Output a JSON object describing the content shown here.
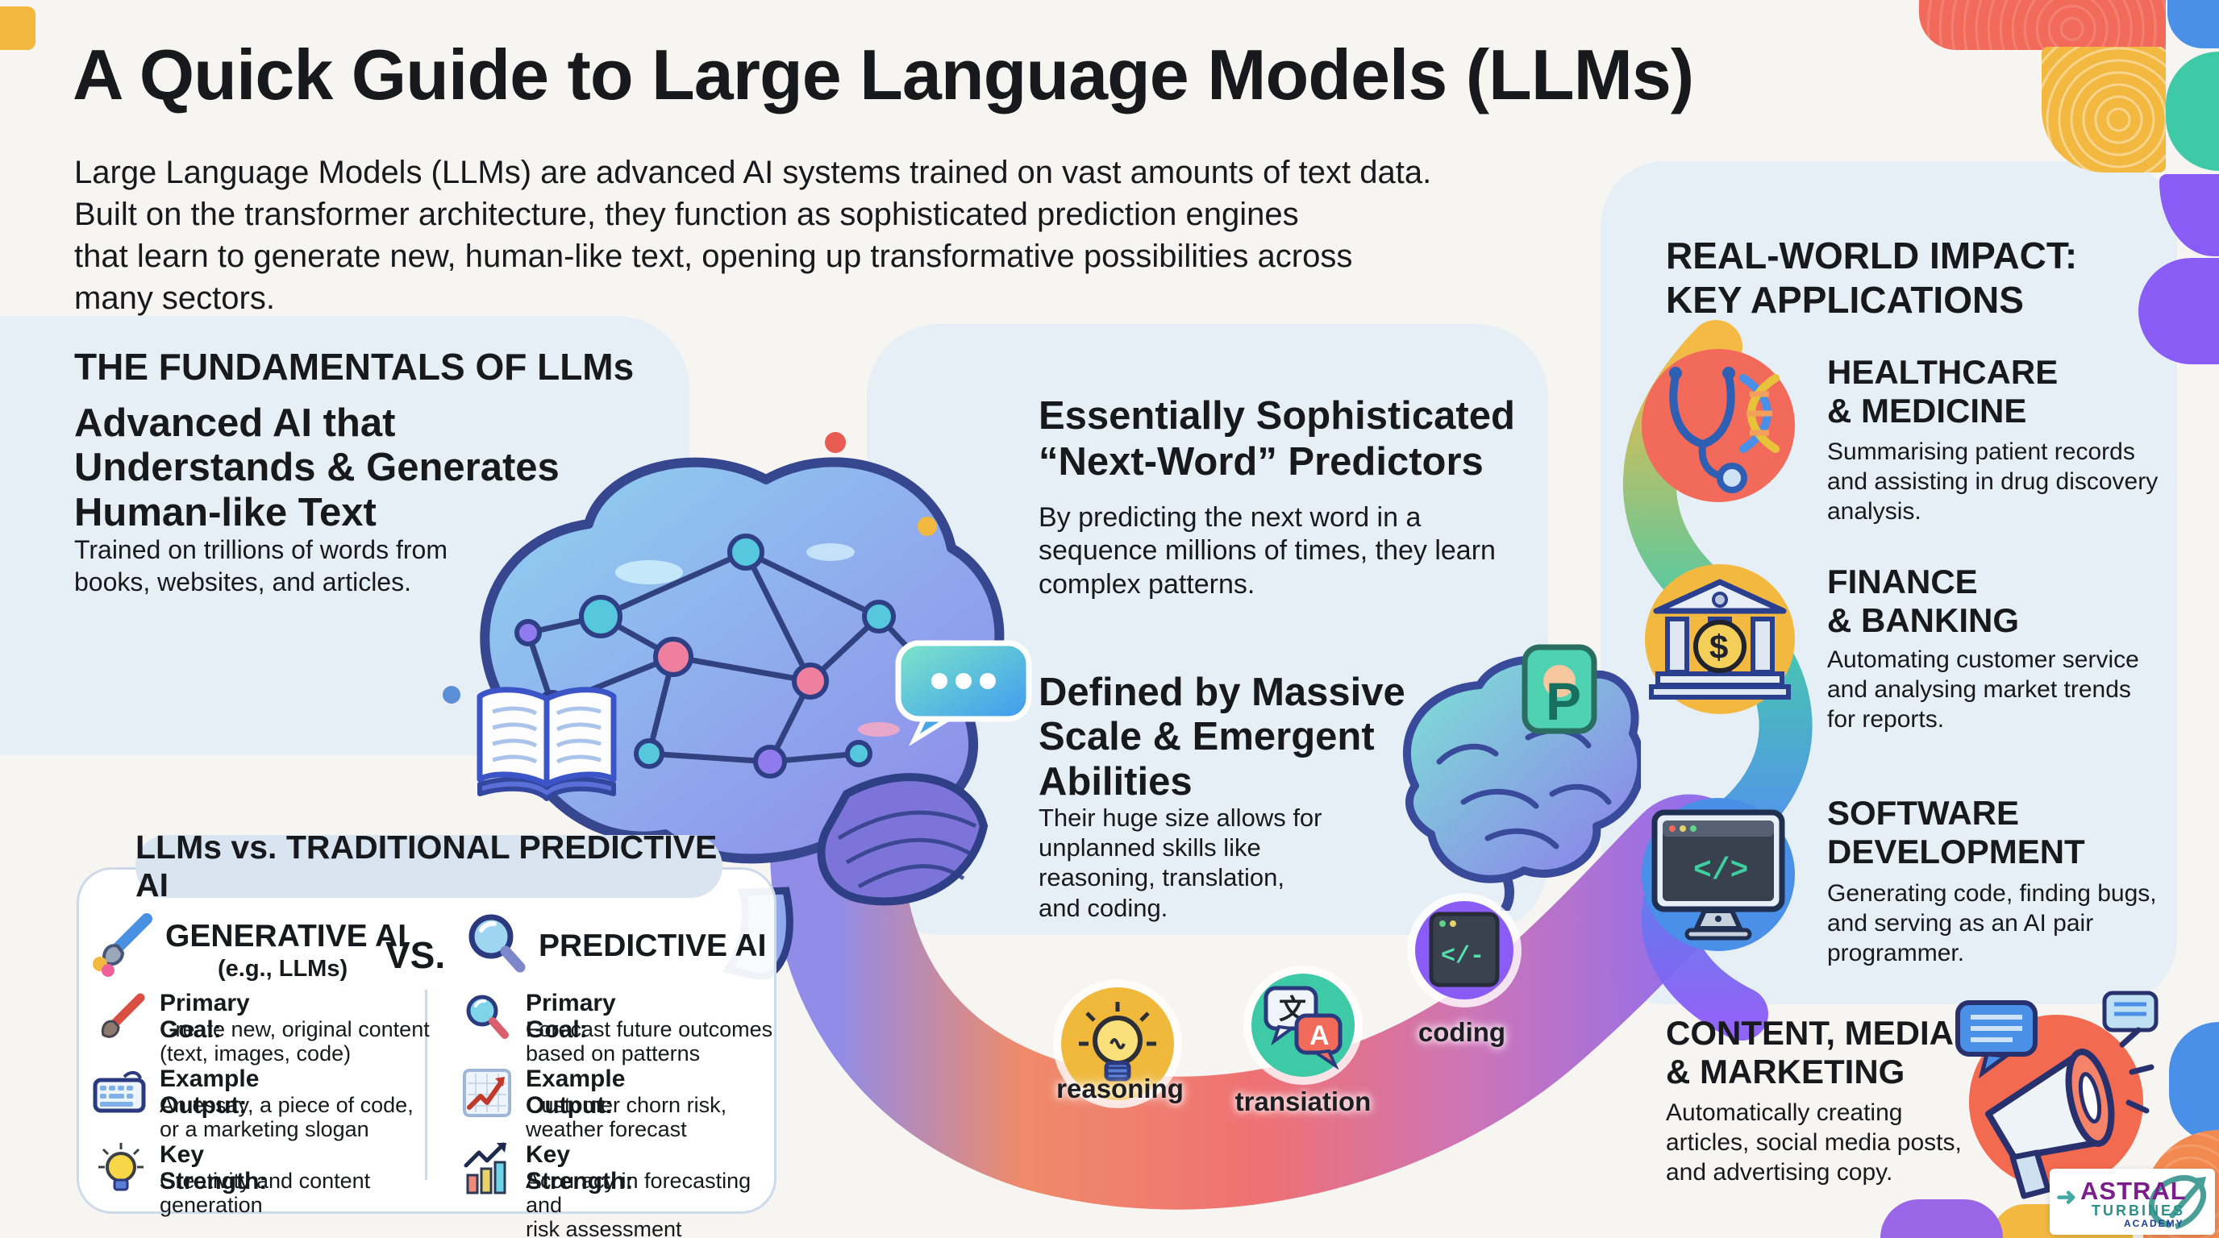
{
  "title": {
    "prefix": "A Quick Guide to ",
    "emphasis": "Large Language Models (LLMs)"
  },
  "intro": "Large Language Models (LLMs) are advanced AI systems trained on vast amounts of text data.\nBuilt on the transformer architecture, they function as sophisticated prediction engines\nthat learn to generate new, human-like text, opening up transformative possibilities across\nmany sectors.",
  "fundamentals": {
    "section_title": "THE FUNDAMENTALS OF LLMs",
    "headline": "Advanced AI that\nUnderstands & Generates\nHuman-like Text",
    "body": "Trained on trillions of words from\nbooks, websites, and articles."
  },
  "comparison": {
    "title": "LLMs vs. TRADITIONAL PREDICTIVE AI",
    "vs_label": "VS.",
    "generative": {
      "name": "GENERATIVE AI",
      "subtitle": "(e.g., LLMs)",
      "rows": [
        {
          "icon": "paintbrush-icon",
          "label": "Primary Goal:",
          "text": "Create new, original content\n(text, images, code)"
        },
        {
          "icon": "keyboard-icon",
          "label": "Example Output:",
          "text": "An essay, a piece of code,\nor a marketing slogan"
        },
        {
          "icon": "lightbulb-icon",
          "label": "Key Strength:",
          "text": "Creativity and content\ngeneration"
        }
      ]
    },
    "predictive": {
      "name": "PREDICTIVE AI",
      "rows": [
        {
          "icon": "magnifier-icon",
          "label": "Primary Goal:",
          "text": "Forecast future outcomes\nbased on patterns"
        },
        {
          "icon": "line-chart-icon",
          "label": "Example Output:",
          "text": "Customer chorn risk,\nweather forecast"
        },
        {
          "icon": "bar-chart-icon",
          "label": "Key Strength:",
          "text": "Accuracy in forecasting and\nrisk assessment"
        }
      ]
    }
  },
  "middle": {
    "predictors": {
      "headline": "Essentially Sophisticated\n“Next-Word” Predictors",
      "body": "By predicting the next word in a\nsequence millions of times, they learn\ncomplex patterns."
    },
    "scale": {
      "headline": "Defined by Massive\nScale & Emergent\nAbilities",
      "body": "Their huge size allows for\nunplanned skills like\nreasoning, translation,\nand coding."
    },
    "abilities": [
      {
        "label": "reasoning",
        "icon": "lightbulb-icon"
      },
      {
        "label": "transiation",
        "icon": "translate-bubbles-icon"
      },
      {
        "label": "coding",
        "icon": "code-window-icon"
      }
    ]
  },
  "applications": {
    "section_title": "REAL-WORLD IMPACT:\nKEY APPLICATIONS",
    "items": [
      {
        "icon": "stethoscope-dna-icon",
        "title": "HEALTHCARE\n& MEDICINE",
        "body": "Summarising patient records\nand assisting in drug discovery\nanalysis."
      },
      {
        "icon": "bank-icon",
        "title": "FINANCE\n& BANKING",
        "body": "Automating customer service\nand analysing market trends\nfor reports."
      },
      {
        "icon": "code-monitor-icon",
        "title": "SOFTWARE\nDEVELOPMENT",
        "body": "Generating code, finding bugs,\nand serving as an AI pair\nprogrammer."
      },
      {
        "icon": "megaphone-icon",
        "title": "CONTENT, MEDIA\n& MARKETING",
        "body": "Automatically creating\narticles, social media posts,\nand advertising copy."
      }
    ]
  },
  "glyphs": {
    "monitor_code": "</>",
    "coding_window": "</-",
    "translate_cjk": "文",
    "translate_latin": "A",
    "bank_currency": "$",
    "brain_pin": "P",
    "logo_arrow": "➜"
  },
  "logo": {
    "brand": "ASTRAL",
    "sub": "TURBINES",
    "tagline": "ACADEMY"
  },
  "colors": {
    "coral": "#f2695c",
    "yellow": "#f3b840",
    "teal": "#3ec9a7",
    "blue": "#4a8fe8",
    "purple": "#8a5cf6",
    "panel": "#e7eff6"
  }
}
